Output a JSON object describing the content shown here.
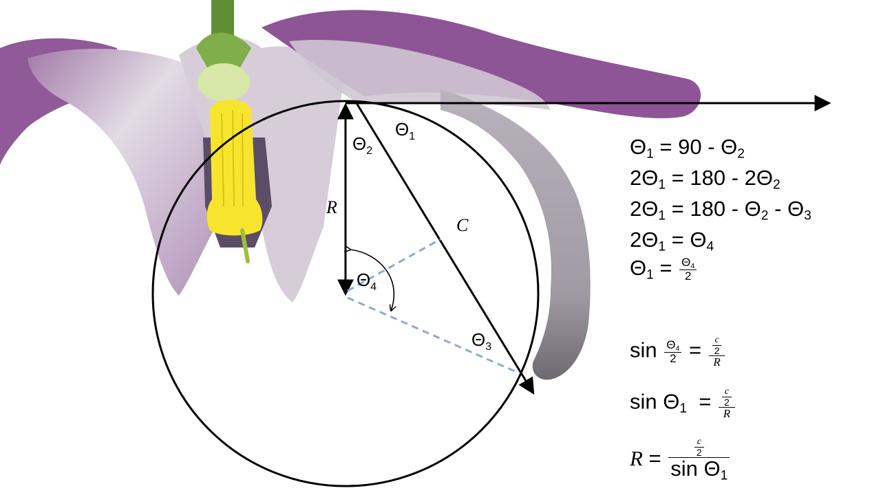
{
  "labels": {
    "theta1": "Θ",
    "theta1_sub": "1",
    "theta2": "Θ",
    "theta2_sub": "2",
    "theta3": "Θ",
    "theta3_sub": "3",
    "theta4": "Θ",
    "theta4_sub": "4",
    "radius": "R",
    "chord": "C"
  },
  "equations": {
    "eq1": "Θ1 = 90 - Θ2",
    "eq2": "2Θ1 = 180 - 2Θ2",
    "eq3": "2Θ1 = 180 - Θ2 - Θ3",
    "eq4": "2Θ1 = Θ4",
    "eq5": "Θ1 = Θ4 / 2",
    "eq6": "sin Θ4/2 = (c/2)/R",
    "eq7": "sin Θ1 = (c/2)/R",
    "eq8": "R = (c/2) / sin Θ1"
  },
  "colors": {
    "petal": "#8d5596",
    "petal_light": "#d8cfdc",
    "stamen": "#f6e32c",
    "stem": "#6f9b3b",
    "dashed": "#8aaad6"
  }
}
